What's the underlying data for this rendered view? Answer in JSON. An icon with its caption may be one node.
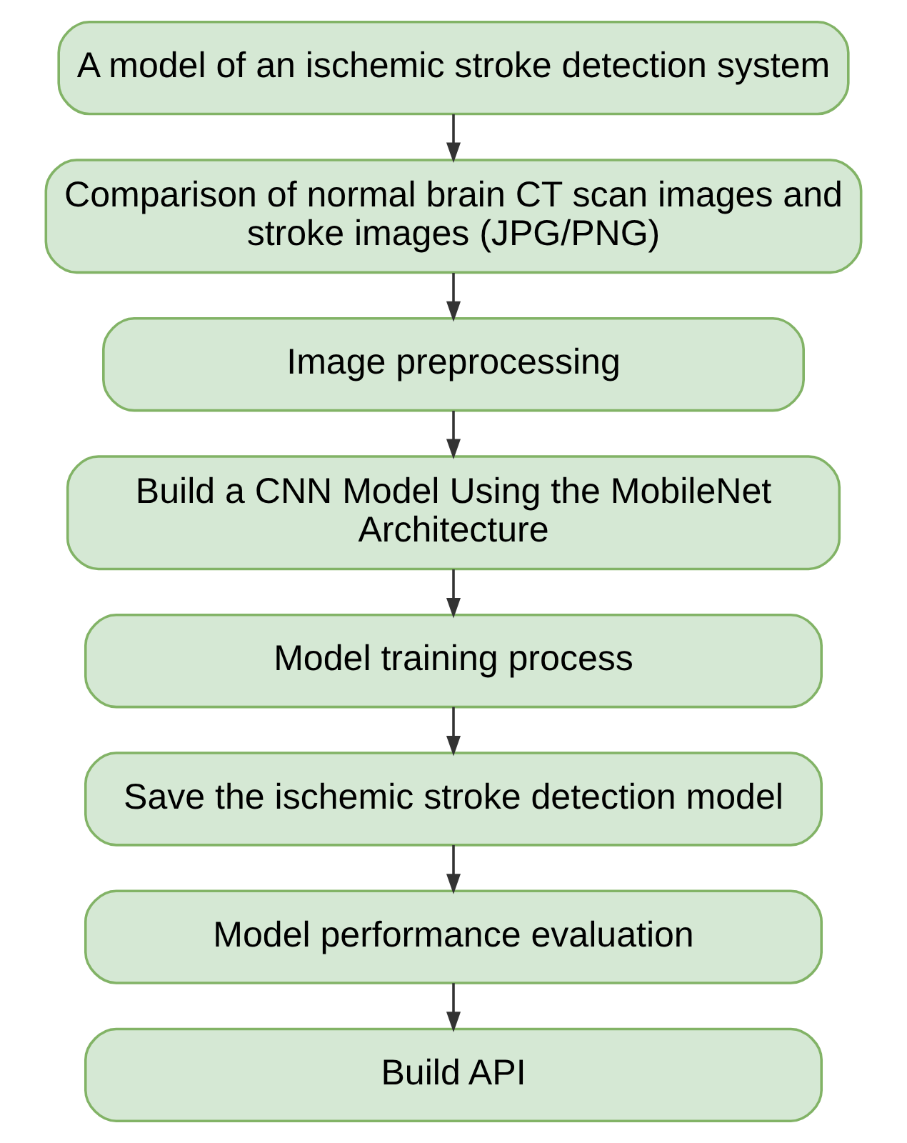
{
  "diagram": {
    "nodes": [
      {
        "text": [
          "A model of an ischemic stroke detection system"
        ]
      },
      {
        "text": [
          "Comparison of normal brain CT scan images and stroke images (JPG/PNG)"
        ]
      },
      {
        "text": [
          "Image preprocessing"
        ]
      },
      {
        "text": [
          "Build a CNN Model Using the MobileNet Architecture"
        ]
      },
      {
        "text": [
          "Model training process"
        ]
      },
      {
        "text": [
          "Save the ischemic stroke detection model"
        ]
      },
      {
        "text": [
          "Model performance evaluation"
        ]
      },
      {
        "text": [
          "Build API"
        ]
      }
    ],
    "edges": [
      {
        "from": 0,
        "to": 1,
        "arrow": "to"
      },
      {
        "from": 1,
        "to": 2,
        "arrow": "to"
      },
      {
        "from": 2,
        "to": 3,
        "arrow": "to"
      },
      {
        "from": 3,
        "to": 4,
        "arrow": "to"
      },
      {
        "from": 4,
        "to": 5,
        "arrow": "to"
      },
      {
        "from": 5,
        "to": 6,
        "arrow": "to"
      },
      {
        "from": 6,
        "to": 7,
        "arrow": "to"
      }
    ]
  }
}
